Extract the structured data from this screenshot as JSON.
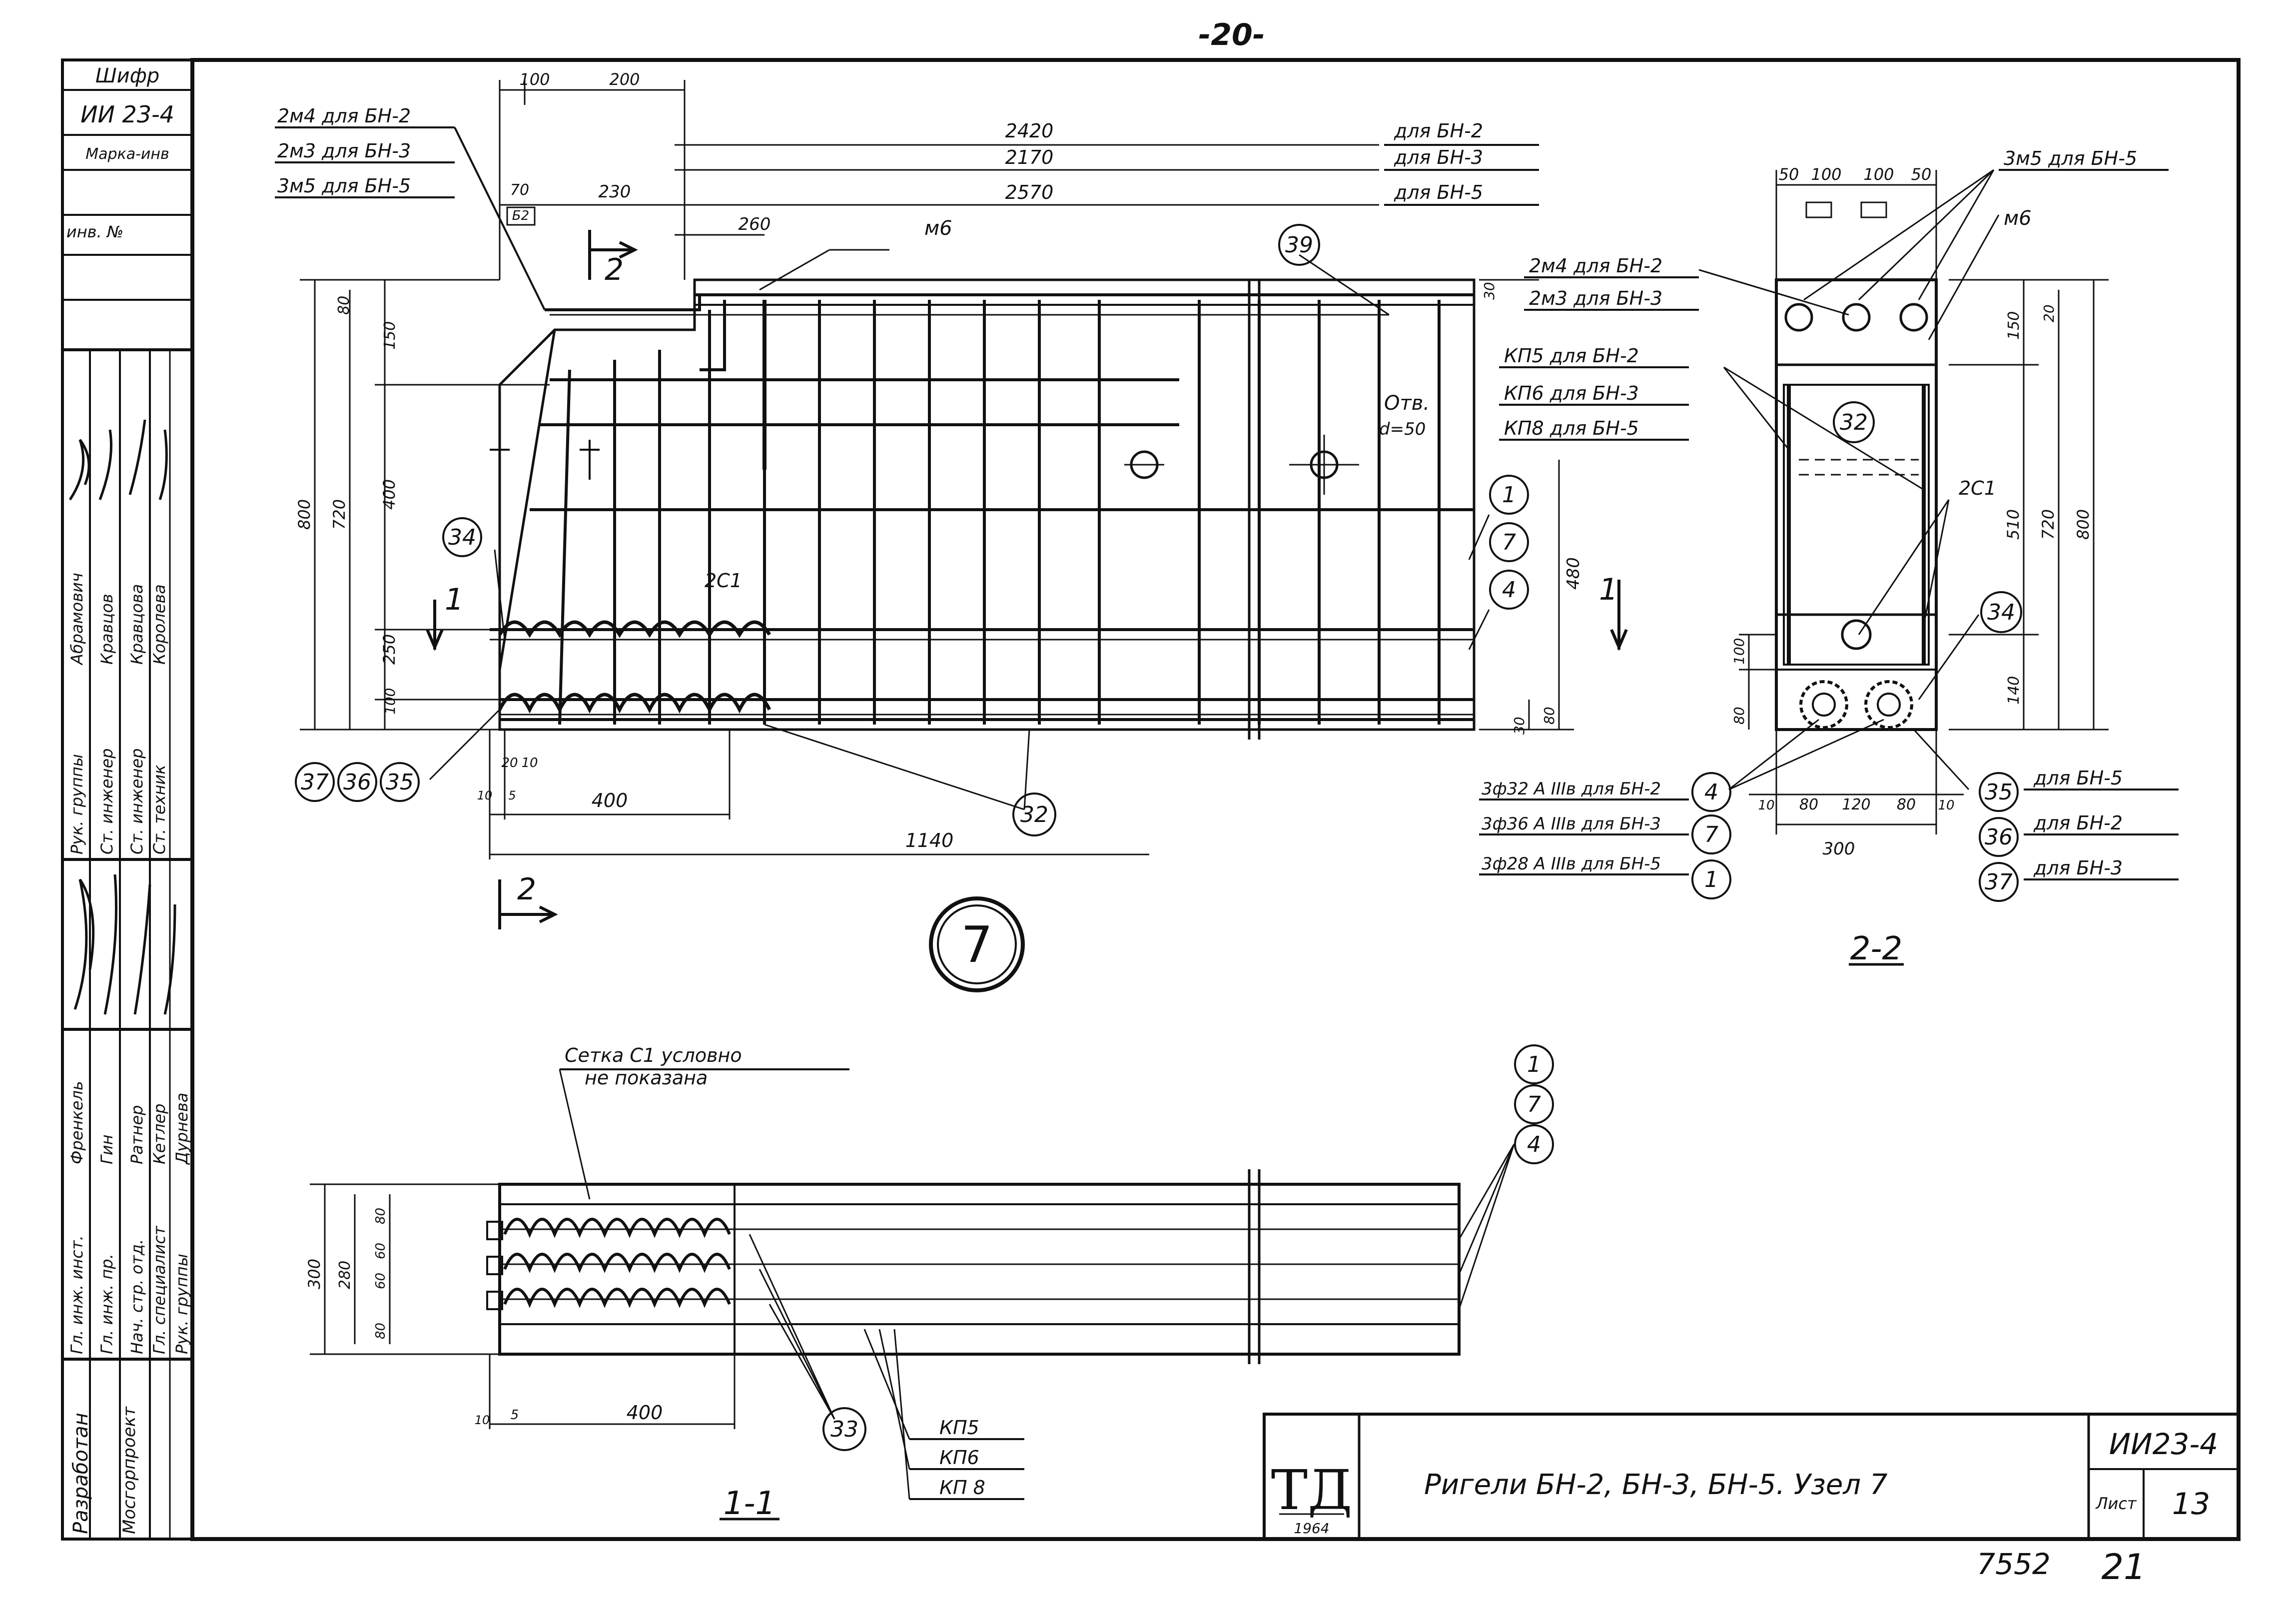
{
  "page": {
    "number": "-20-",
    "bottom_left": "7552",
    "bottom_right": "21"
  },
  "stamp": {
    "cipher_label": "Шифр",
    "cipher": "ИИ 23-4",
    "mark_label": "Марка-инв",
    "inv_label": "инв. №",
    "developed": "Разработан",
    "org": "Мосгорпроект",
    "roles": [
      "Гл. инж. инст.",
      "Гл. инж. пр.",
      "Нач. стр. отд.",
      "Гл. специалист",
      "Рук. группы",
      "Рук. группы",
      "Ст. инженер",
      "Ст. инженер",
      "Ст. техник"
    ],
    "names": [
      "Френкель",
      "Гин",
      "Ратнер",
      "Кетлер",
      "Дурнева",
      "Абрамович",
      "Кравцов",
      "Кравцова",
      "Королева"
    ]
  },
  "title_block": {
    "logo": "ТД",
    "logo_year": "1964",
    "title": "Ригели БН-2, БН-3, БН-5. Узел 7",
    "code": "ИИ23-4",
    "sheet_label": "Лист",
    "sheet": "13"
  },
  "main_view": {
    "node_mark": "7",
    "bar_labels": [
      "2м4 для БН-2",
      "2м3 для БН-3",
      "3м5 для БН-5"
    ],
    "lengths": [
      "2420",
      "2170",
      "2570"
    ],
    "length_labels": [
      "для БН-2",
      "для БН-3",
      "для БН-5"
    ],
    "top_dims": [
      "100",
      "200",
      "70",
      "230",
      "260"
    ],
    "boxed_top": "Б2",
    "m6": "м6",
    "hole_label": "Отв.",
    "hole_diam": "d=50",
    "left_dims": [
      "80",
      "150",
      "400",
      "250",
      "100",
      "800",
      "720"
    ],
    "right_dims": [
      "30",
      "480",
      "30",
      "80"
    ],
    "bottom_dims": [
      "400",
      "1140",
      "20",
      "10",
      "10",
      "5"
    ],
    "c_label": "2С1",
    "callouts": [
      "39",
      "34",
      "1",
      "7",
      "4",
      "37",
      "36",
      "35",
      "32"
    ],
    "section_1": "1",
    "section_2": "2"
  },
  "section_22": {
    "label": "2-2",
    "top_dims": [
      "50",
      "100",
      "100",
      "50"
    ],
    "m5_label": "3м5 для БН-5",
    "m6": "м6",
    "m4_label": "2м4 для БН-2",
    "m3_label": "2м3 для БН-3",
    "kp_labels": [
      "КП5 для БН-2",
      "КП6 для БН-3",
      "КП8 для БН-5"
    ],
    "c_label": "2С1",
    "right_dims": [
      "20",
      "150",
      "510",
      "720",
      "800",
      "140"
    ],
    "left_dims": [
      "100",
      "80"
    ],
    "bottom_dims": [
      "10",
      "80",
      "120",
      "80",
      "10",
      "300"
    ],
    "bar_labels": [
      "3ф32 А IIIв для БН-2",
      "3ф36 А IIIв для БН-3",
      "3ф28 А IIIв для БН-5"
    ],
    "bar_marks": [
      "4",
      "7",
      "1"
    ],
    "end_marks": [
      "35",
      "36",
      "37"
    ],
    "end_labels": [
      "для БН-5",
      "для БН-2",
      "для БН-3"
    ],
    "callouts": [
      "32",
      "34"
    ]
  },
  "section_11": {
    "label": "1-1",
    "note_line1": "Сетка С1 условно",
    "note_line2": "не показана",
    "marks": [
      "1",
      "7",
      "4"
    ],
    "left_dims": [
      "300",
      "280",
      "80",
      "60",
      "60",
      "80"
    ],
    "bottom_dims": [
      "10",
      "5",
      "400"
    ],
    "spiral_mark": "33",
    "kp_labels": [
      "КП5",
      "КП6",
      "КП 8"
    ]
  }
}
